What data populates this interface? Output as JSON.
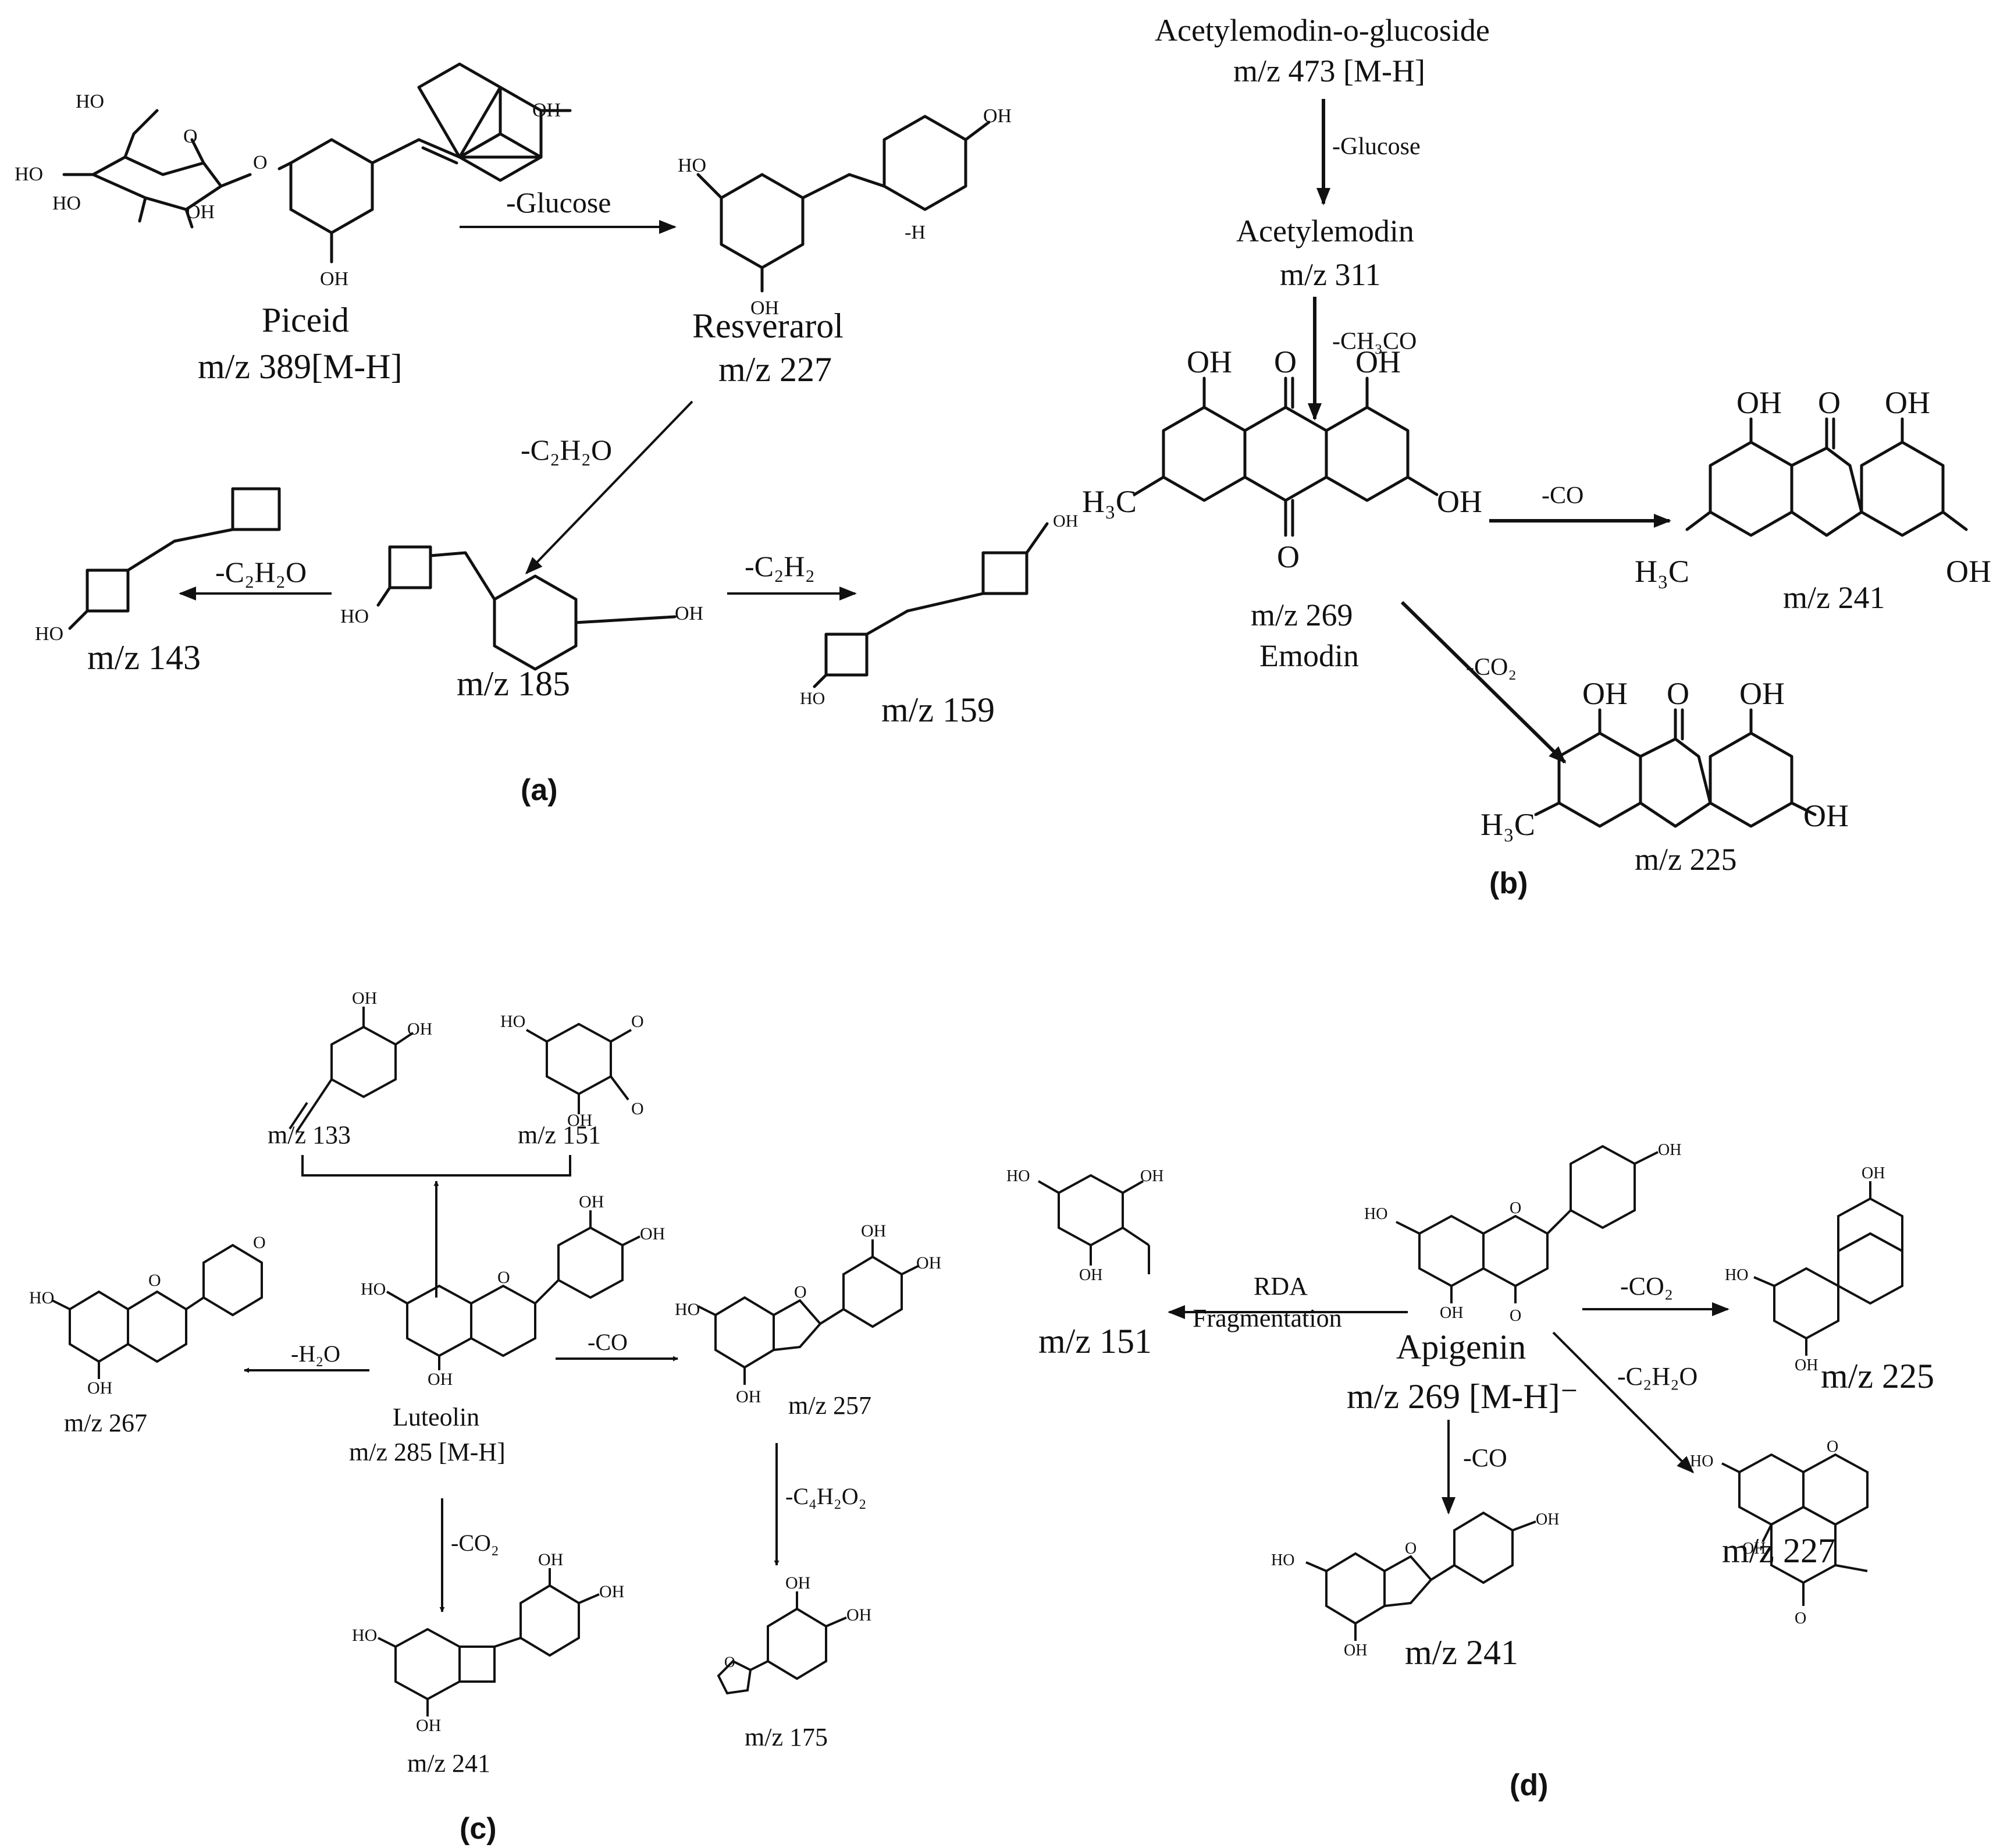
{
  "panel_a": {
    "tag": "(a)",
    "piceid_name": "Piceid",
    "piceid_mz": "m/z 389[M-H]",
    "arrow_glucose": "-Glucose",
    "resveratrol_name": "Resverarol",
    "resveratrol_mz": "m/z 227",
    "minus_h": "-H",
    "arrow_c2h2o_a": "-C₂H₂O",
    "arrow_c2h2o_b": "-C₂H₂O",
    "arrow_c2h2": "-C₂H₂",
    "mz_185": "m/z 185",
    "mz_143": "m/z 143",
    "mz_159": "m/z 159",
    "oh": "OH",
    "ho": "HO"
  },
  "panel_b": {
    "tag": "(b)",
    "acetylemodin_glucoside_name": "Acetylemodin-o-glucoside",
    "acetylemodin_glucoside_mz": "m/z 473 [M-H]",
    "arrow_glucose": "-Glucose",
    "acetylemodin_name": "Acetylemodin",
    "acetylemodin_mz": "m/z 311",
    "arrow_ch3co": "-CH₃CO",
    "emodin_mz": "m/z 269",
    "emodin_name": "Emodin",
    "arrow_co": "-CO",
    "arrow_co2": "-CO₂",
    "mz_241": "m/z 241",
    "mz_225": "m/z 225",
    "oh": "OH",
    "o": "O",
    "h3c": "H₃C"
  },
  "panel_c": {
    "tag": "(c)",
    "luteolin_name": "Luteolin",
    "luteolin_mz": "m/z 285 [M-H]",
    "mz_133": "m/z 133",
    "mz_151": "m/z  151",
    "mz_267": "m/z  267",
    "mz_257": "m/z 257",
    "mz_241": "m/z  241",
    "mz_175": "m/z 175",
    "arrow_h2o": "-H₂O",
    "arrow_co": "-CO",
    "arrow_co2": "-CO₂",
    "arrow_c4h2o2": "-C₄H₂O₂",
    "oh": "OH",
    "ho": "HO",
    "o": "O"
  },
  "panel_d": {
    "tag": "(d)",
    "apigenin_name": "Apigenin",
    "apigenin_mz": "m/z 269 [M-H]⁻",
    "rda_line1": "RDA",
    "rda_line2": "Fragmentation",
    "arrow_co2": "-CO₂",
    "arrow_c2h2o": "-C₂H₂O",
    "arrow_co": "-CO",
    "mz_151": "m/z 151",
    "mz_225": "m/z 225",
    "mz_227": "m/z 227",
    "mz_241": "m/z 241",
    "oh": "OH",
    "ho": "HO",
    "o": "O"
  }
}
